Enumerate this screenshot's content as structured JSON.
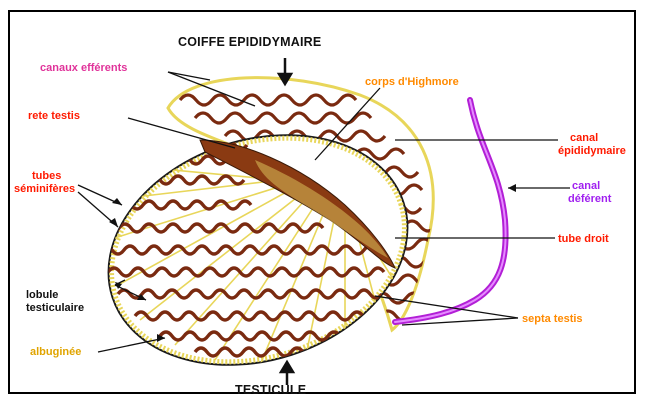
{
  "labels": {
    "coiffe": "COIFFE EPIDIDYMAIRE",
    "canaux_efferents": "canaux efférents",
    "corps_highmore": "corps d'Highmore",
    "rete_testis": "rete testis",
    "canal_epididymaire_1": "canal",
    "canal_epididymaire_2": "épididymaire",
    "tubes_seminiferes_1": "tubes",
    "tubes_seminiferes_2": "séminifères",
    "canal_deferent_1": "canal",
    "canal_deferent_2": "déférent",
    "tube_droit": "tube droit",
    "lobule_1": "lobule",
    "lobule_2": "testiculaire",
    "septa_testis": "septa testis",
    "albuginee": "albuginée",
    "testicule": "TESTICULE"
  },
  "colors": {
    "title": "#111111",
    "red_label": "#ff1a00",
    "magenta_label": "#e0339a",
    "orange_label": "#ff8a00",
    "purple_label": "#a020f0",
    "gold_label": "#e0a400",
    "tubule": "#7a2a10",
    "albuginea": "#e8d65a",
    "deferent_duct": "#b21fd6"
  }
}
